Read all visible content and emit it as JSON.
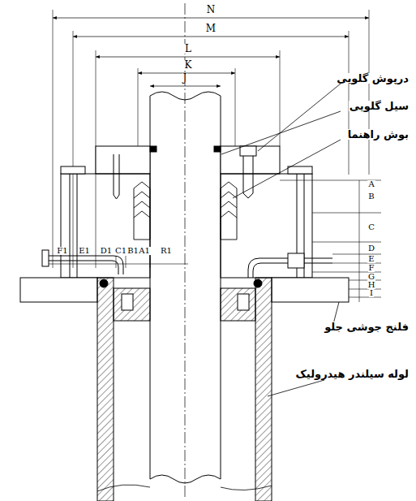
{
  "diagram": {
    "labels": [
      "N",
      "M",
      "L",
      "K",
      "J",
      "درپوش گلویی",
      "سیل گلویی",
      "بوش راهنما",
      "A",
      "B",
      "C",
      "D",
      "E",
      "F",
      "G",
      "H",
      "I",
      "F1",
      "E1",
      "D1",
      "C1",
      "B1",
      "A1",
      "R1",
      "فلنج جوشی جلو",
      "لوله سیلندر هیدرولیک"
    ]
  }
}
